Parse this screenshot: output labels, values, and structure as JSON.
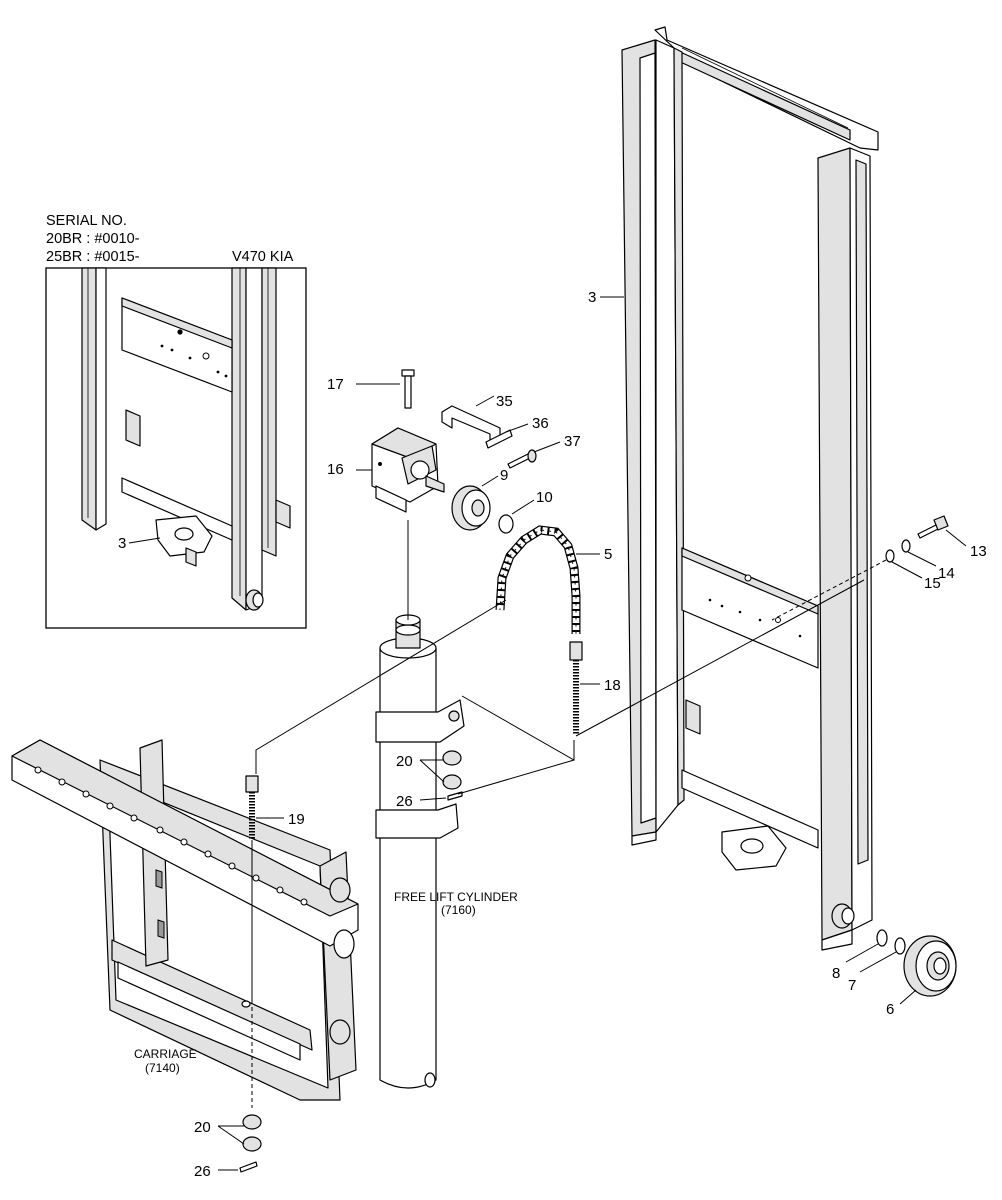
{
  "serial": {
    "title": "SERIAL NO.",
    "line1": "20BR : #0010-",
    "line2": "25BR : #0015-",
    "model": "V470 KIA"
  },
  "captions": {
    "cylinder_name": "FREE LIFT CYLINDER",
    "cylinder_code": "(7160)",
    "carriage_name": "CARRIAGE",
    "carriage_code": "(7140)"
  },
  "callouts": {
    "c3_inset": "3",
    "c3_mast": "3",
    "c5": "5",
    "c6": "6",
    "c7": "7",
    "c8": "8",
    "c9": "9",
    "c10": "10",
    "c13": "13",
    "c14": "14",
    "c15": "15",
    "c16": "16",
    "c17": "17",
    "c18": "18",
    "c19": "19",
    "c20_top": "20",
    "c20_bottom": "20",
    "c26_top": "26",
    "c26_bottom": "26",
    "c35": "35",
    "c36": "36",
    "c37": "37"
  }
}
